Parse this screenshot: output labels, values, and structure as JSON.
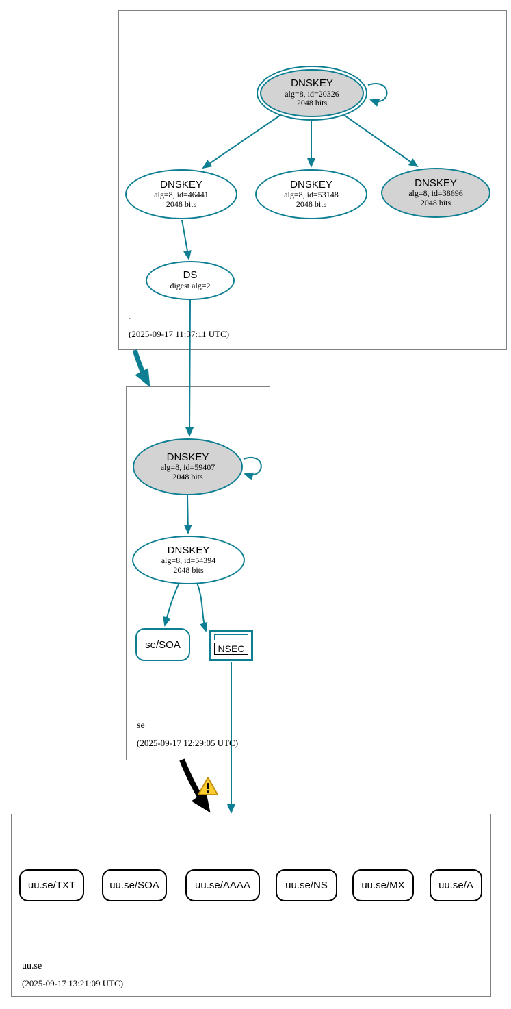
{
  "colors": {
    "secure": "#0e7f93",
    "key_fill": "#d3d3d3",
    "zone_border": "#808080",
    "warning": "#ffce2e"
  },
  "root_zone": {
    "name": ".",
    "timestamp": "(2025-09-17 11:37:11 UTC)",
    "ksk": {
      "title": "DNSKEY",
      "detail1": "alg=8, id=20326",
      "detail2": "2048 bits"
    },
    "zsk1": {
      "title": "DNSKEY",
      "detail1": "alg=8, id=46441",
      "detail2": "2048 bits"
    },
    "zsk2": {
      "title": "DNSKEY",
      "detail1": "alg=8, id=53148",
      "detail2": "2048 bits"
    },
    "zsk3": {
      "title": "DNSKEY",
      "detail1": "alg=8, id=38696",
      "detail2": "2048 bits"
    },
    "ds": {
      "title": "DS",
      "detail1": "digest alg=2"
    }
  },
  "se_zone": {
    "name": "se",
    "timestamp": "(2025-09-17 12:29:05 UTC)",
    "ksk": {
      "title": "DNSKEY",
      "detail1": "alg=8, id=59407",
      "detail2": "2048 bits"
    },
    "zsk": {
      "title": "DNSKEY",
      "detail1": "alg=8, id=54394",
      "detail2": "2048 bits"
    },
    "soa": {
      "label": "se/SOA"
    },
    "nsec": {
      "label": "NSEC"
    }
  },
  "uuse_zone": {
    "name": "uu.se",
    "timestamp": "(2025-09-17 13:21:09 UTC)",
    "records": [
      {
        "label": "uu.se/TXT"
      },
      {
        "label": "uu.se/SOA"
      },
      {
        "label": "uu.se/AAAA"
      },
      {
        "label": "uu.se/NS"
      },
      {
        "label": "uu.se/MX"
      },
      {
        "label": "uu.se/A"
      }
    ]
  }
}
